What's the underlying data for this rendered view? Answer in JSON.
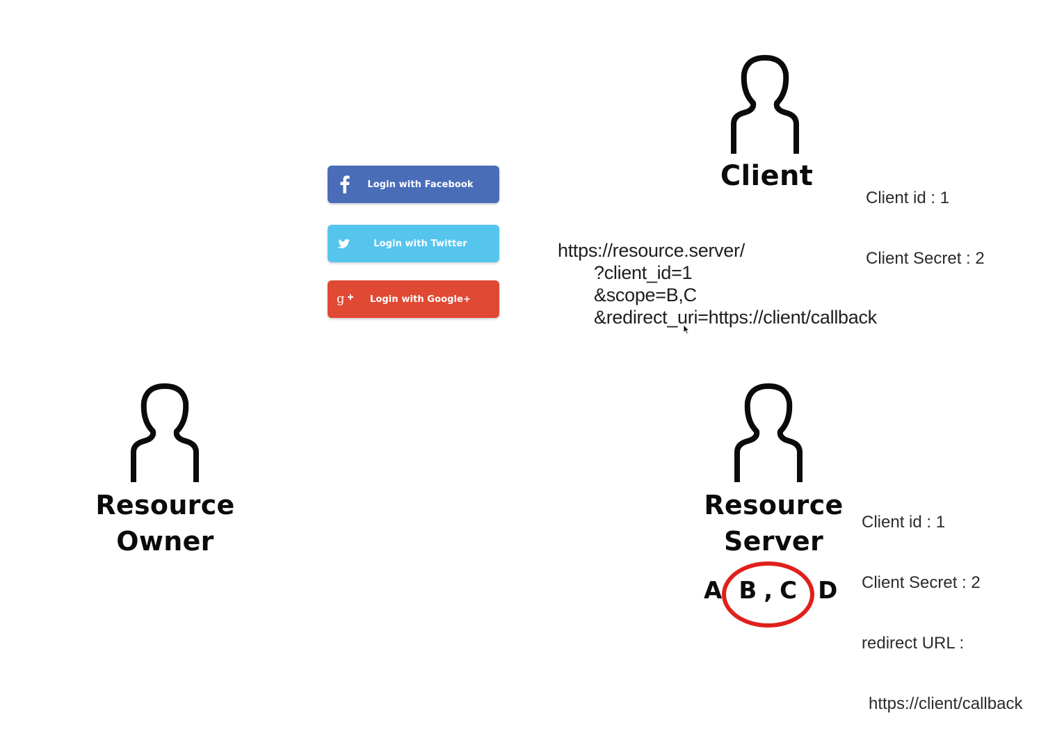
{
  "actors": {
    "client": {
      "label": "Client"
    },
    "resource_owner": {
      "label_line1": "Resource",
      "label_line2": "Owner"
    },
    "resource_server": {
      "label_line1": "Resource",
      "label_line2": "Server"
    }
  },
  "client_info": {
    "client_id": "Client id : 1",
    "client_secret": "Client Secret : 2"
  },
  "server_info": {
    "client_id": "Client id : 1",
    "client_secret": "Client Secret : 2",
    "redirect_label": "redirect URL :",
    "redirect_value": "https://client/callback"
  },
  "login_buttons": {
    "facebook": {
      "label": "Login with Facebook",
      "icon": "facebook-icon",
      "color": "#4a6db8"
    },
    "twitter": {
      "label": "Login with Twitter",
      "icon": "twitter-icon",
      "color": "#55c5ee"
    },
    "google": {
      "label": "Login with Google+",
      "icon": "google-plus-icon",
      "color": "#e04934"
    }
  },
  "auth_request": {
    "base": "https://resource.server/",
    "client_id_param": "?client_id=1",
    "scope_param": "&scope=B,C",
    "redirect_param": "&redirect_uri=https://client/callback"
  },
  "scopes": {
    "a": "A",
    "b": "B",
    "separator": ",",
    "c": "C",
    "d": "D",
    "highlight_color": "#e0201b"
  }
}
